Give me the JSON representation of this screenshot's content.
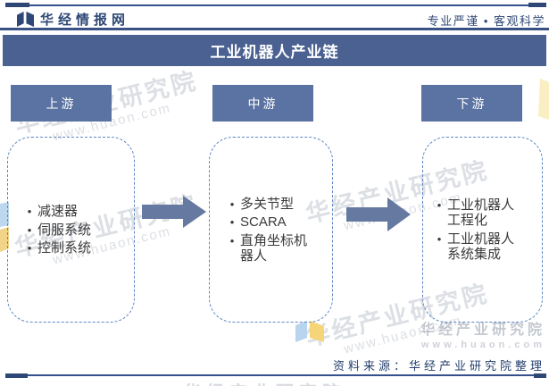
{
  "header": {
    "brand": "华经情报网",
    "slogan": "专业严谨 • 客观科学"
  },
  "title": "工业机器人产业链",
  "chain": {
    "stages": [
      {
        "label": "上游",
        "items": [
          "减速器",
          "伺服系统",
          "控制系统"
        ]
      },
      {
        "label": "中游",
        "items": [
          "多关节型",
          "SCARA",
          "直角坐标机器人"
        ]
      },
      {
        "label": "下游",
        "items": [
          "工业机器人工程化",
          "工业机器人系统集成"
        ]
      }
    ]
  },
  "footer": {
    "source": "资料来源：华经产业研究院整理"
  },
  "watermark": {
    "name": "华经产业研究院",
    "url": "www.huaon.com"
  },
  "colors": {
    "navy": "#2e4776",
    "title_bar": "#4a6191",
    "stage_header": "#5b73a2",
    "arrow": "#6579a1",
    "dashed_border": "#5f87c5"
  }
}
